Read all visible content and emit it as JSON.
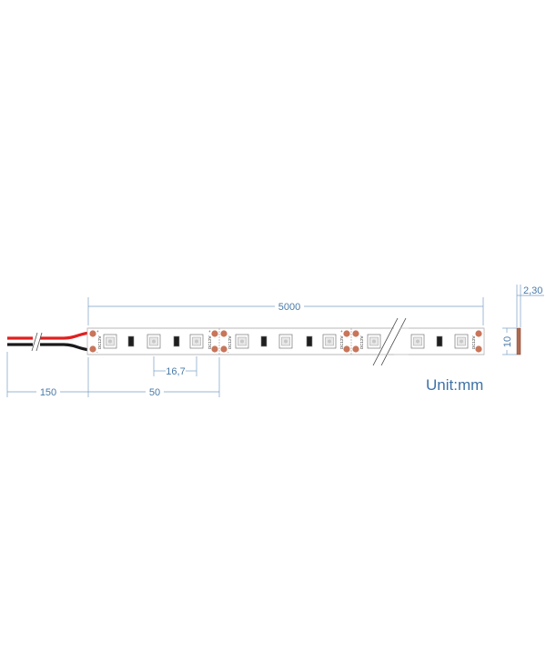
{
  "drawing": {
    "unit_label": "Unit:mm",
    "dimensions": {
      "total_length": "5000",
      "lead_wire": "150",
      "cut_section": "50",
      "led_pitch": "16,7",
      "width": "10",
      "thickness": "2,30"
    },
    "strip_marking": "DC12V",
    "pad_marking_plus": "+",
    "pad_marking_minus": "-",
    "colors": {
      "dimension_line": "#7a9ec4",
      "strip_outline": "#b5b5b5",
      "copper_pad": "#c9755a",
      "wire_red": "#e02020",
      "wire_black": "#1a1a1a",
      "side_profile": "#b06a50"
    }
  }
}
